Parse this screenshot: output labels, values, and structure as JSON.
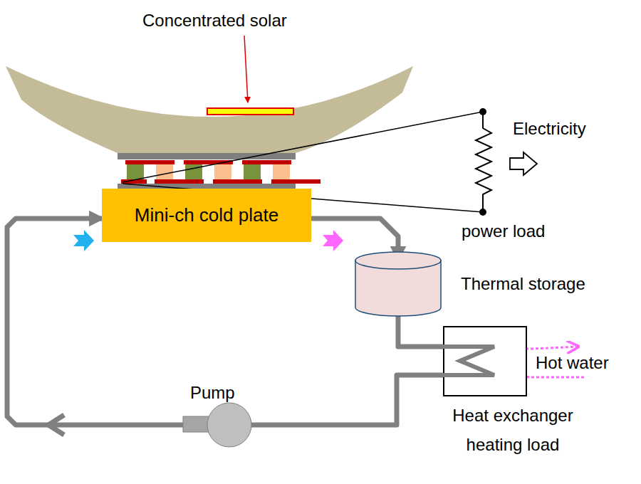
{
  "diagram": {
    "nodes": [
      {
        "text": [
          "Mini-ch cold plate"
        ]
      },
      {
        "text": [
          "Thermal storage"
        ]
      },
      {
        "text": [
          "Heat exchanger heating load"
        ]
      },
      {
        "text": [
          "Pump"
        ]
      }
    ],
    "edges": [
      {
        "from": 0,
        "to": 1,
        "arrow": "to"
      },
      {
        "from": 1,
        "to": 2,
        "arrow": "none"
      },
      {
        "from": 2,
        "to": 3,
        "arrow": "none"
      },
      {
        "from": 3,
        "to": 0,
        "arrow": "to"
      }
    ],
    "labels": [
      "Concentrated solar",
      "Electricity",
      "power load",
      "Hot water"
    ]
  }
}
